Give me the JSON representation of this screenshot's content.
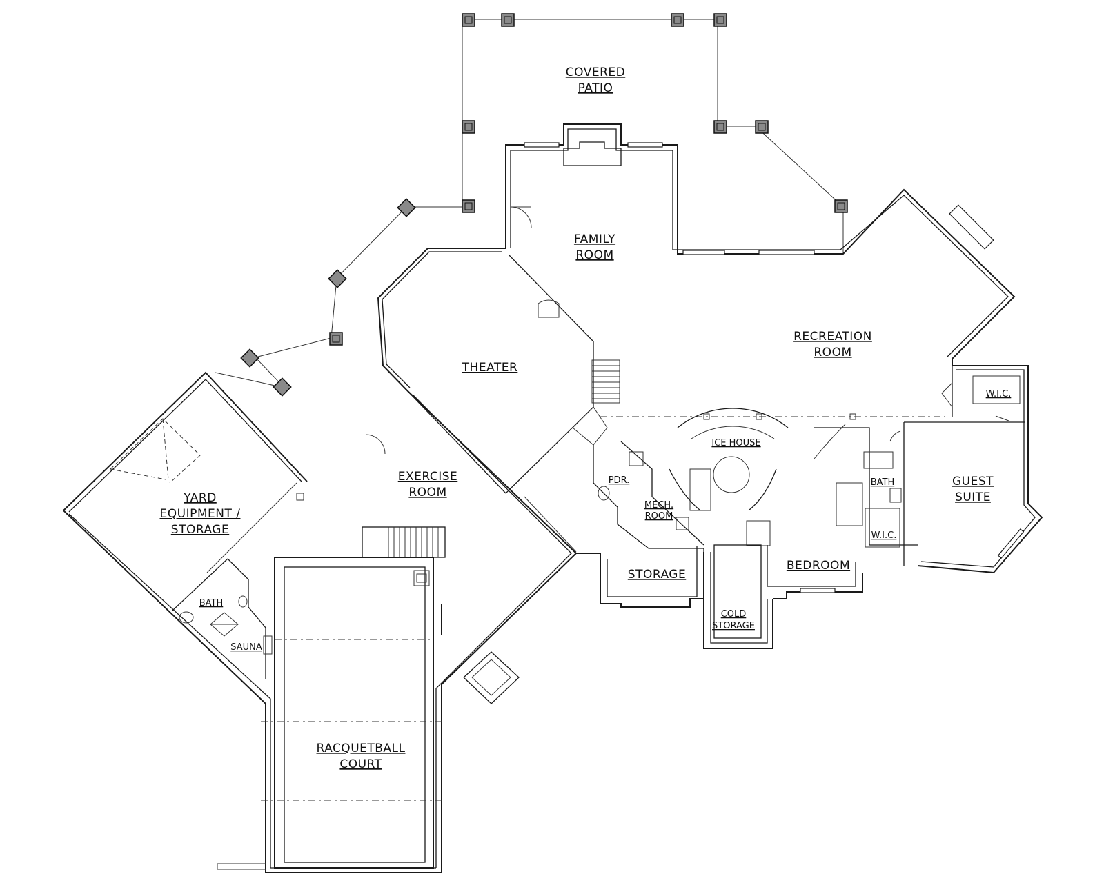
{
  "rooms": {
    "covered_patio": [
      "COVERED",
      "PATIO"
    ],
    "family_room": [
      "FAMILY",
      "ROOM"
    ],
    "recreation_room": [
      "RECREATION",
      "ROOM"
    ],
    "theater": "THEATER",
    "exercise_room": [
      "EXERCISE",
      "ROOM"
    ],
    "yard_equipment": [
      "YARD",
      "EQUIPMENT /",
      "STORAGE"
    ],
    "ice_house": "ICE HOUSE",
    "pdr": "PDR.",
    "mech_room": [
      "MECH.",
      "ROOM"
    ],
    "storage": "STORAGE",
    "cold_storage": [
      "COLD",
      "STORAGE"
    ],
    "bedroom": "BEDROOM",
    "bath_guest": "BATH",
    "wic_1": "W.I.C.",
    "wic_2": "W.I.C.",
    "guest_suite": [
      "GUEST",
      "SUITE"
    ],
    "bath_left": "BATH",
    "sauna": "SAUNA",
    "racquetball_court": [
      "RACQUETBALL",
      "COURT"
    ]
  }
}
